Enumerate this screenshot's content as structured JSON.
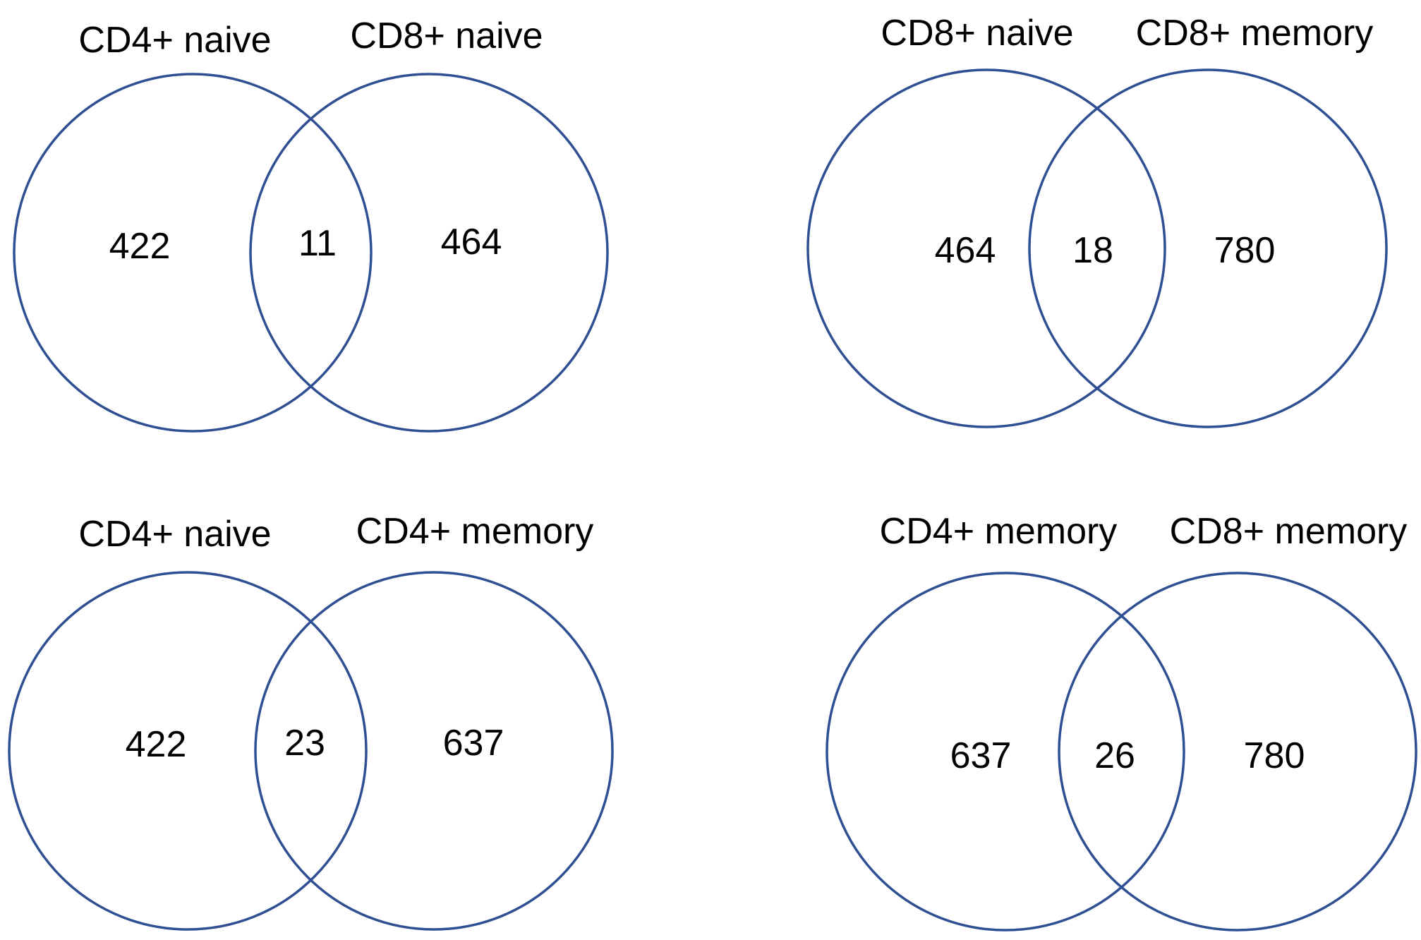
{
  "colors": {
    "circle_stroke": "#2f4f93",
    "text": "#000000",
    "background": "#ffffff"
  },
  "diagrams": [
    {
      "left_label": "CD4+ naive",
      "right_label": "CD8+ naive",
      "left_only": "422",
      "overlap": "11",
      "right_only": "464"
    },
    {
      "left_label": "CD8+ naive",
      "right_label": "CD8+ memory",
      "left_only": "464",
      "overlap": "18",
      "right_only": "780"
    },
    {
      "left_label": "CD4+ naive",
      "right_label": "CD4+ memory",
      "left_only": "422",
      "overlap": "23",
      "right_only": "637"
    },
    {
      "left_label": "CD4+ memory",
      "right_label": "CD8+ memory",
      "left_only": "637",
      "overlap": "26",
      "right_only": "780"
    }
  ]
}
